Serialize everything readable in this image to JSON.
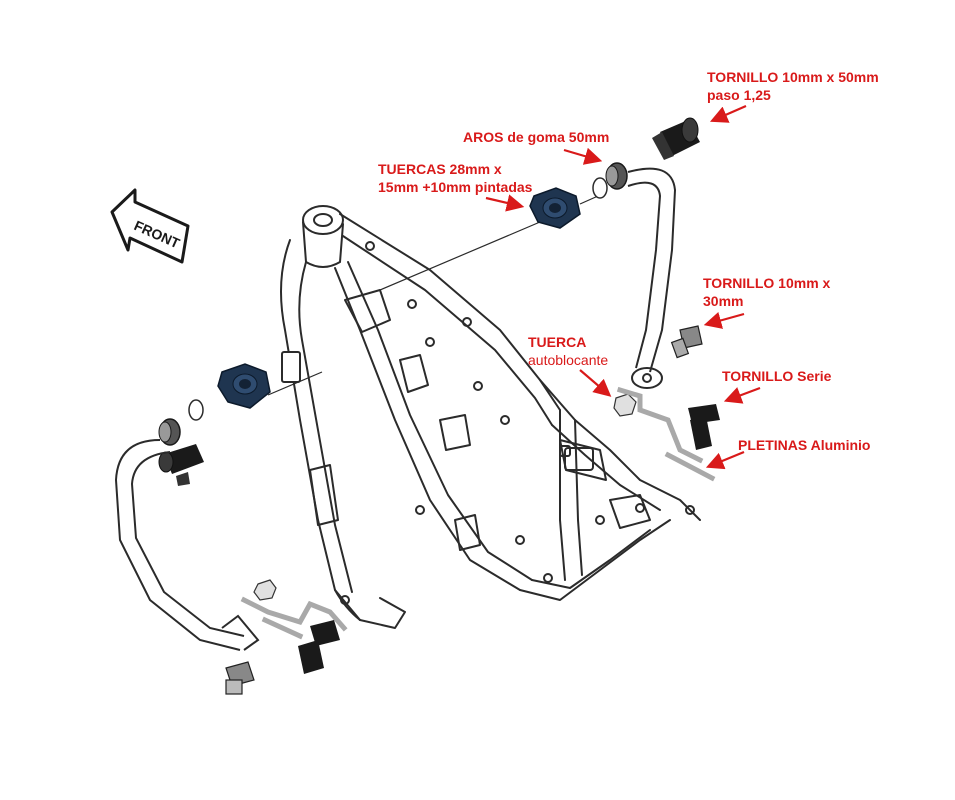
{
  "front_sign": {
    "text": "FRONT"
  },
  "callouts": [
    {
      "id": "tornillo-50",
      "lines": [
        "TORNILLO 10mm x 50mm",
        "paso 1,25"
      ]
    },
    {
      "id": "aros",
      "lines": [
        "AROS de goma 50mm"
      ]
    },
    {
      "id": "tuercas",
      "lines": [
        "TUERCAS 28mm x",
        "15mm +10mm pintadas"
      ]
    },
    {
      "id": "tornillo-30",
      "lines": [
        "TORNILLO 10mm x",
        "30mm"
      ]
    },
    {
      "id": "tuerca-auto",
      "lines": [
        "TUERCA",
        "autoblocante"
      ]
    },
    {
      "id": "tornillo-serie",
      "lines": [
        "TORNILLO Serie"
      ]
    },
    {
      "id": "pletinas",
      "lines": [
        "PLETINAS Aluminio"
      ]
    }
  ],
  "colors": {
    "label": "#d91a1a",
    "arrow": "#d91a1a",
    "line_art": "#2b2b2b",
    "nut": "#1f3550",
    "plate": "#a9a9a9"
  }
}
